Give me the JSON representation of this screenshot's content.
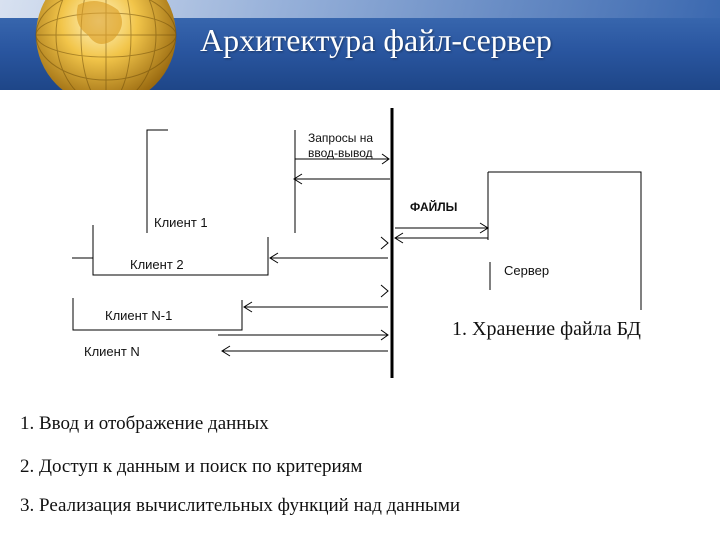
{
  "header": {
    "title": "Архитектура файл-сервер"
  },
  "diagram": {
    "requests_label_line1": "Запросы на",
    "requests_label_line2": "ввод-вывод",
    "files_label": "ФАЙЛЫ",
    "clients": [
      "Клиент 1",
      "Клиент  2",
      "Клиент N-1",
      "Клиент N"
    ],
    "server_label": "Сервер"
  },
  "server_function": "1. Хранение файла БД",
  "client_functions": [
    "1. Ввод и отображение данных",
    "2. Доступ к данным и поиск по критериям",
    "3. Реализация вычислительных функций над данными"
  ],
  "colors": {
    "header_blue": "#2a56a0",
    "line": "#000000"
  }
}
